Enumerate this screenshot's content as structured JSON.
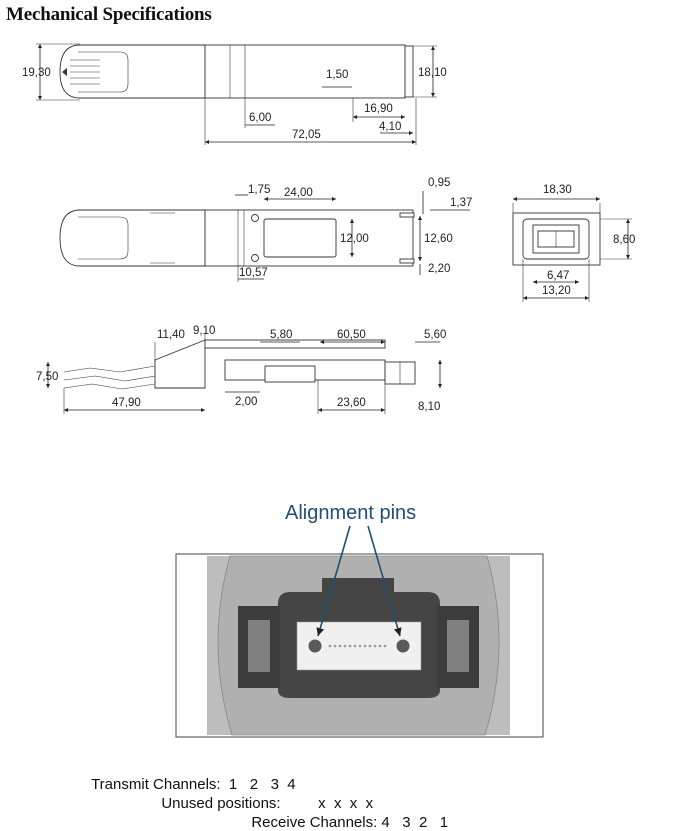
{
  "title": "Mechanical Specifications",
  "top_view": {
    "height": "19,30",
    "right_height": "18,10",
    "d1": "1,50",
    "d2": "6,00",
    "d3": "16,90",
    "d4": "4,10",
    "length": "72,05"
  },
  "side_view": {
    "d1": "1,75",
    "d2": "24,00",
    "d3": "0,95",
    "d4": "1,37",
    "d5": "12,00",
    "d6": "12,60",
    "d7": "2,20",
    "d8": "10,57"
  },
  "end_view": {
    "width": "18,30",
    "height": "8,60",
    "inner": "6,47",
    "outer": "13,20"
  },
  "profile_view": {
    "d1": "11,40",
    "d2": "9,10",
    "d3": "5,80",
    "d4": "60,50",
    "d5": "5,60",
    "d6": "7,50",
    "d7": "47,90",
    "d8": "2,00",
    "d9": "23,60",
    "d10": "8,10"
  },
  "connector": {
    "label": "Alignment pins"
  },
  "channels": {
    "transmit_label": "Transmit Channels:",
    "transmit_values": "1   2   3  4",
    "unused_label": "Unused positions:",
    "unused_values": "x  x  x  x",
    "receive_label": "Receive Channels:",
    "receive_values": "4   3  2   1"
  }
}
